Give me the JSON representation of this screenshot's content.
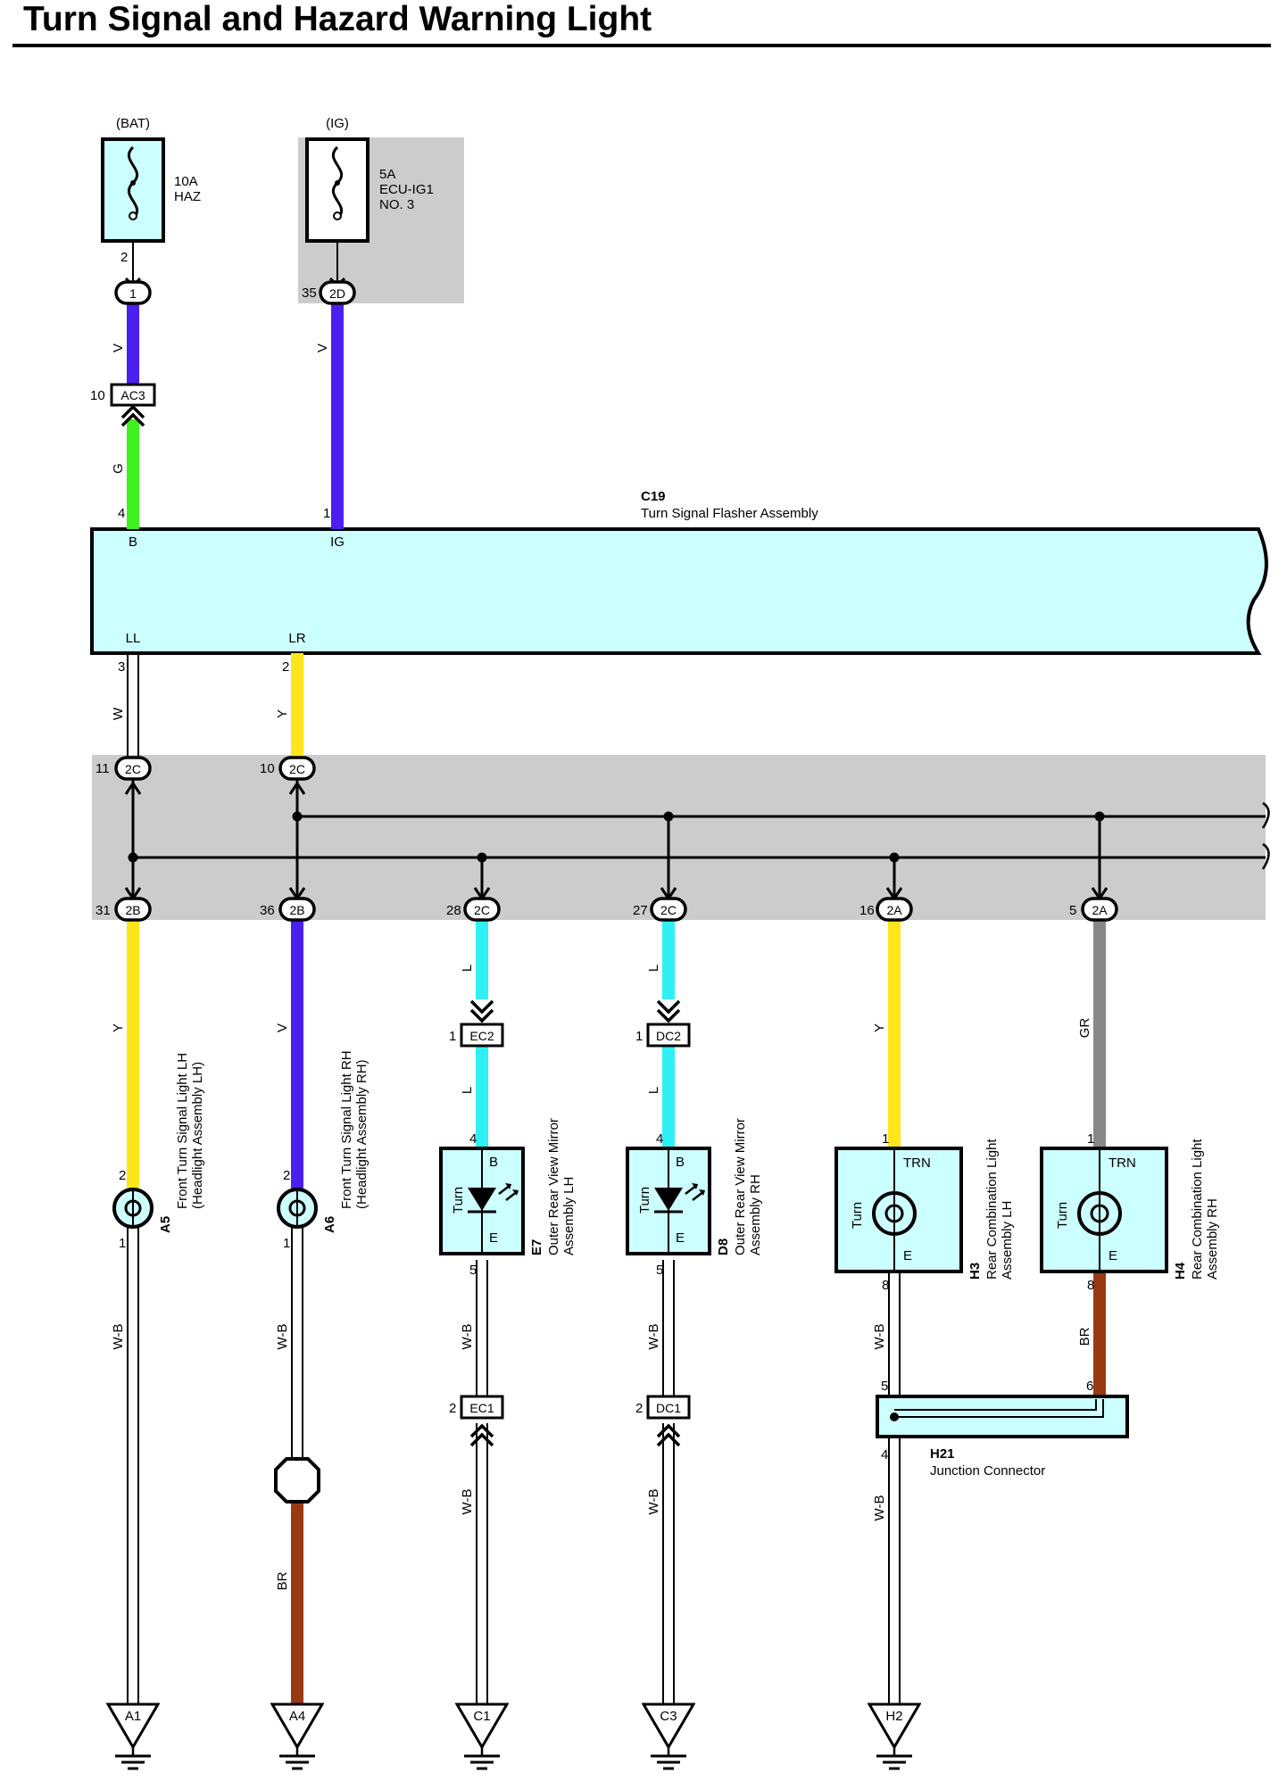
{
  "title": "Turn Signal and Hazard Warning Light",
  "colors": {
    "V": "#4b1ff0",
    "G": "#3ff01f",
    "Y": "#ffe51a",
    "L": "#2ff0f5",
    "GR": "#888888",
    "BR": "#9a3a12",
    "component_fill": "#ccffff",
    "junction_fill": "#cccccc"
  },
  "fuses": [
    {
      "source": "(BAT)",
      "rating": "10A",
      "name_lines": [
        "HAZ"
      ],
      "pin": "2",
      "connector": "1"
    },
    {
      "source": "(IG)",
      "rating": "5A",
      "name_lines": [
        "ECU-IG1",
        "NO. 3"
      ],
      "pin": "35",
      "connector": "2D"
    }
  ],
  "inline_ac3": {
    "pin": "10",
    "connector": "AC3"
  },
  "flasher": {
    "code": "C19",
    "name": "Turn Signal Flasher Assembly",
    "pins": [
      {
        "pin": "4",
        "label": "B",
        "wire": "G"
      },
      {
        "pin": "1",
        "label": "IG",
        "wire": "V"
      },
      {
        "pin": "3",
        "label": "LL",
        "wire": "W"
      },
      {
        "pin": "2",
        "label": "LR",
        "wire": "Y"
      }
    ]
  },
  "upper_wires": {
    "fuse1": "V",
    "fuse2": "V"
  },
  "junction_top": [
    {
      "pin": "11",
      "connector": "2C"
    },
    {
      "pin": "10",
      "connector": "2C"
    }
  ],
  "branches": [
    {
      "junction_pin": "31",
      "junction_conn": "2B",
      "wire1": "Y",
      "comp_code": "A5",
      "comp_lines": [
        "Front Turn Signal Light LH",
        "(Headlight Assembly LH)"
      ],
      "pin_in": "2",
      "pin_out": "1",
      "wire2": "W-B",
      "ground": "A1"
    },
    {
      "junction_pin": "36",
      "junction_conn": "2B",
      "wire1": "V",
      "comp_code": "A6",
      "comp_lines": [
        "Front Turn Signal Light RH",
        "(Headlight Assembly RH)"
      ],
      "pin_in": "2",
      "pin_out": "1",
      "wire2": "W-B",
      "wire3": "BR",
      "ground": "A4"
    },
    {
      "junction_pin": "28",
      "junction_conn": "2C",
      "wire1": "L",
      "inline_in_pin": "1",
      "inline_in_conn": "EC2",
      "wire1b": "L",
      "comp_code": "E7",
      "comp_lines": [
        "Outer Rear View Mirror",
        "Assembly LH"
      ],
      "pin_in": "4",
      "term_b": "B",
      "term_e": "E",
      "inner_label": "Turn",
      "pin_out": "5",
      "wire2": "W-B",
      "inline_out_pin": "2",
      "inline_out_conn": "EC1",
      "wire3": "W-B",
      "ground": "C1"
    },
    {
      "junction_pin": "27",
      "junction_conn": "2C",
      "wire1": "L",
      "inline_in_pin": "1",
      "inline_in_conn": "DC2",
      "wire1b": "L",
      "comp_code": "D8",
      "comp_lines": [
        "Outer Rear View Mirror",
        "Assembly RH"
      ],
      "pin_in": "4",
      "term_b": "B",
      "term_e": "E",
      "inner_label": "Turn",
      "pin_out": "5",
      "wire2": "W-B",
      "inline_out_pin": "2",
      "inline_out_conn": "DC1",
      "wire3": "W-B",
      "ground": "C3"
    },
    {
      "junction_pin": "16",
      "junction_conn": "2A",
      "wire1": "Y",
      "comp_code": "H3",
      "comp_lines": [
        "Rear Combination Light",
        "Assembly LH"
      ],
      "pin_in": "1",
      "term_trn": "TRN",
      "term_e": "E",
      "inner_label": "Turn",
      "pin_out": "8",
      "wire2": "W-B",
      "jc_pin_in": "5",
      "jc_pin_out": "4",
      "wire3": "W-B",
      "ground": "H2"
    },
    {
      "junction_pin": "5",
      "junction_conn": "2A",
      "wire1": "GR",
      "comp_code": "H4",
      "comp_lines": [
        "Rear Combination Light",
        "Assembly RH"
      ],
      "pin_in": "1",
      "term_trn": "TRN",
      "term_e": "E",
      "inner_label": "Turn",
      "pin_out": "8",
      "wire2": "BR",
      "jc_pin_in": "6"
    }
  ],
  "junction_connector": {
    "code": "H21",
    "name": "Junction Connector"
  }
}
